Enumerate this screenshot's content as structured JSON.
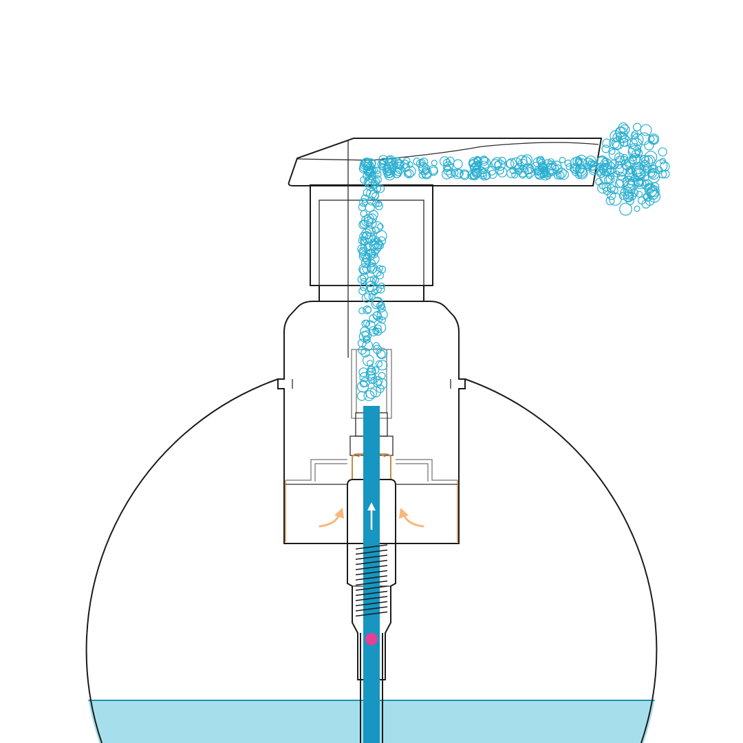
{
  "diagram": {
    "subject": "foam-pump-dispenser-cross-section",
    "colors": {
      "background": "#ffffff",
      "outline": "#1a1a1a",
      "liquid": "#a6dfeb",
      "liquid_edge": "#1e8fb0",
      "dip_tube_fluid": "#1696c0",
      "foam_bubbles": "#2bafd0",
      "air_arrows": "#f7b77a",
      "air_chamber_accent": "#c98a45",
      "check_valve_ball": "#e83e93"
    },
    "parts": [
      {
        "id": "bottle",
        "icon": "sphere-bottle-outline"
      },
      {
        "id": "liquid",
        "icon": "liquid-fill"
      },
      {
        "id": "neck-collar",
        "icon": "collar"
      },
      {
        "id": "pump-head",
        "icon": "actuator-head"
      },
      {
        "id": "nozzle",
        "icon": "spout"
      },
      {
        "id": "foam-outflow",
        "icon": "foam-bubbles"
      },
      {
        "id": "dip-tube",
        "icon": "dip-tube"
      },
      {
        "id": "spring",
        "icon": "coil-spring"
      },
      {
        "id": "check-ball",
        "icon": "ball-valve"
      },
      {
        "id": "air-inflow-arrows",
        "icon": "curved-arrow"
      },
      {
        "id": "liquid-flow-arrow",
        "icon": "arrow-up"
      }
    ]
  }
}
